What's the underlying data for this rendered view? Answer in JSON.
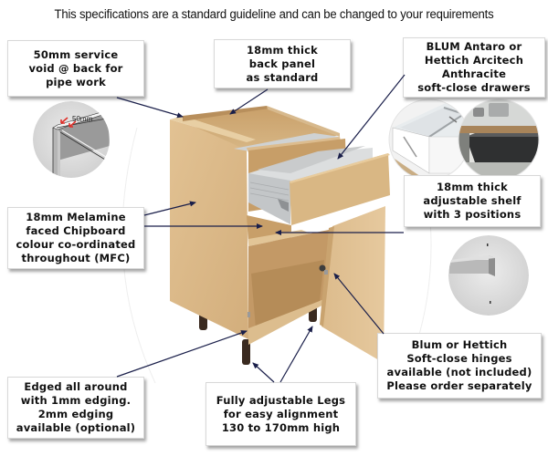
{
  "headline": "This specifications are a standard guideline and can be changed to your requirements",
  "callouts": {
    "service_void": "50mm service\nvoid @ back for\npipe work",
    "back_panel": "18mm thick\nback panel\nas standard",
    "drawers": "BLUM Antaro or\nHettich Arcitech\nAnthracite\nsoft-close drawers",
    "shelf": "18mm thick\nadjustable shelf\nwith 3 positions",
    "mfc": "18mm Melamine\nfaced Chipboard\ncolour co-ordinated\nthroughout (MFC)",
    "hinges": "Blum or Hettich\nSoft-close hinges\navailable (not included)\nPlease order separately",
    "edging": "Edged all around\nwith 1mm edging.\n2mm edging\navailable (optional)",
    "legs": "Fully adjustable Legs\nfor easy alignment\n130 to 170mm high"
  },
  "insets": {
    "service_void_label": "50mm"
  },
  "colors": {
    "arrow": "#1a1f4a",
    "wood": "#d9b88a",
    "wood_dark": "#c49c66",
    "inset_grey": "#dcdcdc",
    "dimension_red": "#e0302a"
  }
}
